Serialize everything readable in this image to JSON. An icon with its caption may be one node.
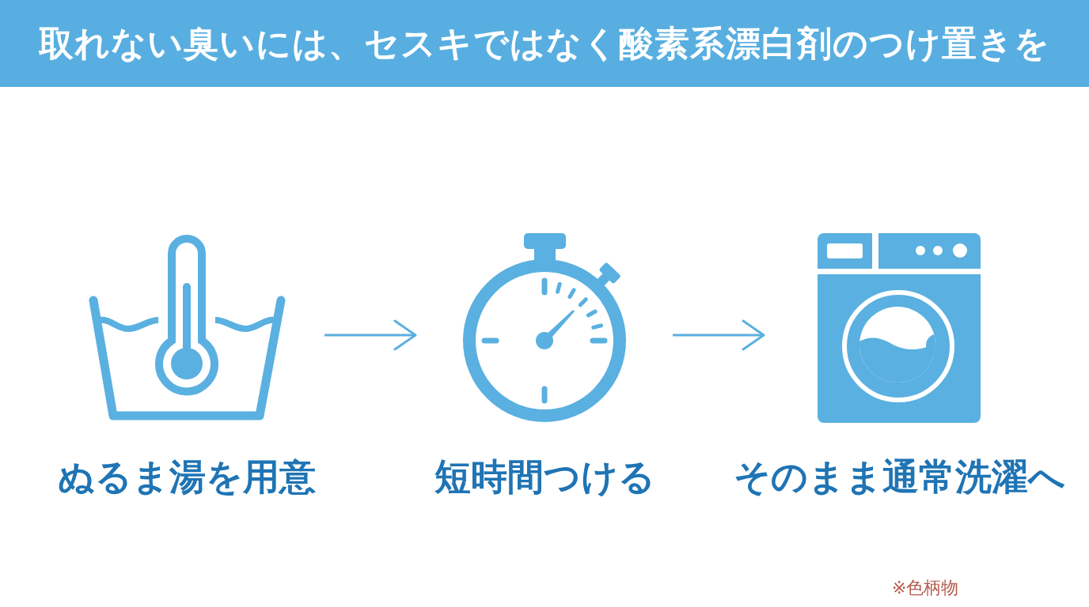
{
  "diagram": {
    "title": "取れない臭いには、セスキではなく酸素系漂白剤のつけ置きを",
    "nodes": [
      {
        "text": [],
        "shape": "picture",
        "beside": [
          "ぬるま湯を用意"
        ]
      },
      {
        "text": [],
        "shape": "picture",
        "beside": [
          "短時間つける"
        ]
      },
      {
        "text": [],
        "shape": "picture",
        "beside": [
          "そのまま通常洗濯へ"
        ]
      }
    ],
    "edges": [
      {
        "from": 0,
        "to": 1,
        "arrow": "to"
      },
      {
        "from": 1,
        "to": 2,
        "arrow": "to"
      }
    ],
    "labels": [
      "※色柄物"
    ]
  }
}
